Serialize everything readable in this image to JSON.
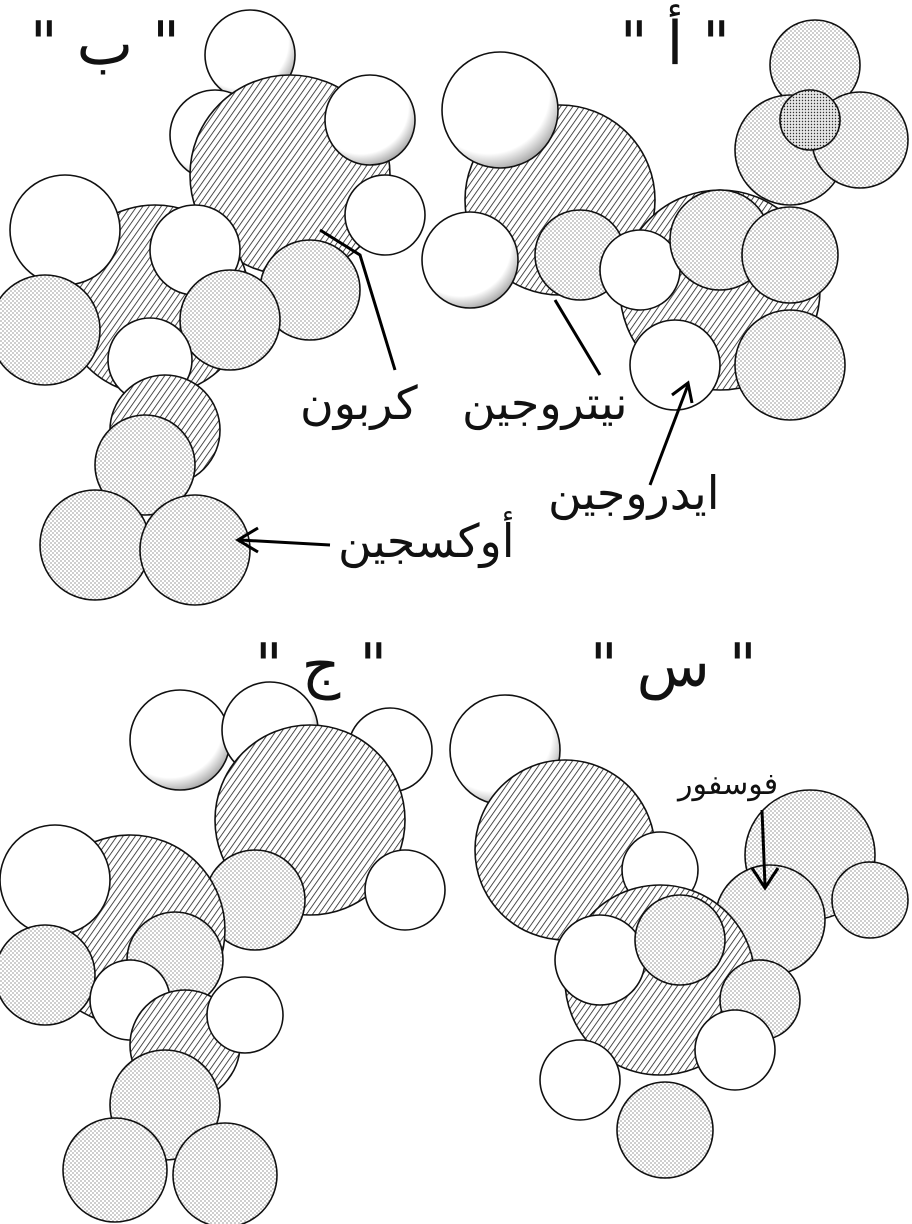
{
  "panels": {
    "a": {
      "label": "\" أ \""
    },
    "b": {
      "label": "\" ب \""
    },
    "c": {
      "label": "\" س \""
    },
    "d": {
      "label": "\" ج \""
    }
  },
  "labels": {
    "carbon": "كربون",
    "nitrogen": "نيتروجين",
    "hydrogen": "ايدروجين",
    "oxygen": "أوكسجين",
    "phosphorus": "فوسفور"
  }
}
